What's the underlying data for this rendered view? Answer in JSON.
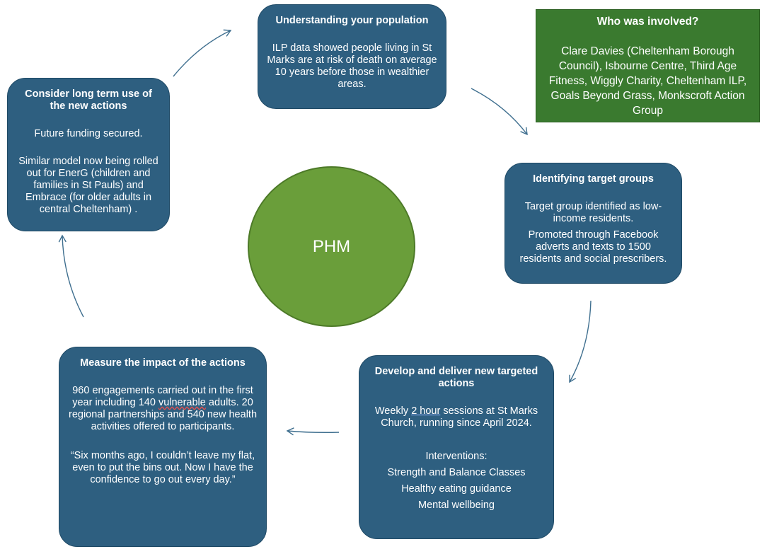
{
  "center_label": "PHM",
  "who": {
    "title": "Who was involved?",
    "text": "Clare Davies (Cheltenham Borough Council), Isbourne Centre, Third Age Fitness, Wiggly Charity, Cheltenham ILP, Goals Beyond Grass, Monkscroft Action Group"
  },
  "understanding": {
    "title": "Understanding your population",
    "text": "ILP data showed people living in St Marks are at risk of death on average 10 years before those in wealthier areas."
  },
  "identifying": {
    "title": "Identifying target groups",
    "text1": "Target group identified as low-income residents.",
    "text2": "Promoted through Facebook adverts and texts to 1500 residents and social prescribers."
  },
  "develop": {
    "title": "Develop and deliver new targeted actions",
    "sessions_pre": "Weekly ",
    "sessions_highlight": "2 hour",
    "sessions_post": " sessions at St Marks Church, running since April 2024.",
    "interventions_label": "Interventions:",
    "items": [
      "Strength and Balance Classes",
      "Healthy eating guidance",
      "Mental wellbeing"
    ]
  },
  "measure": {
    "title": "Measure the impact of the actions",
    "text_pre": "960 engagements carried out in the first year including 140 ",
    "text_squiggle": "vulnerable",
    "text_post": " adults. 20 regional partnerships and 540 new health activities offered to participants.",
    "quote": "“Six months ago, I couldn’t leave my flat, even to put the bins out. Now I have the confidence to go out every day.”"
  },
  "longterm": {
    "title": "Consider long term use of the new actions",
    "text1": "Future funding secured.",
    "text2": "Similar model now being rolled out for EnerG (children and families in St Pauls) and Embrace (for older adults in central Cheltenham) ."
  },
  "colors": {
    "box_fill": "#2e5f80",
    "who_fill": "#3a7a2f",
    "circle_fill": "#6a9e3a",
    "arrow": "#3f6f8f"
  }
}
